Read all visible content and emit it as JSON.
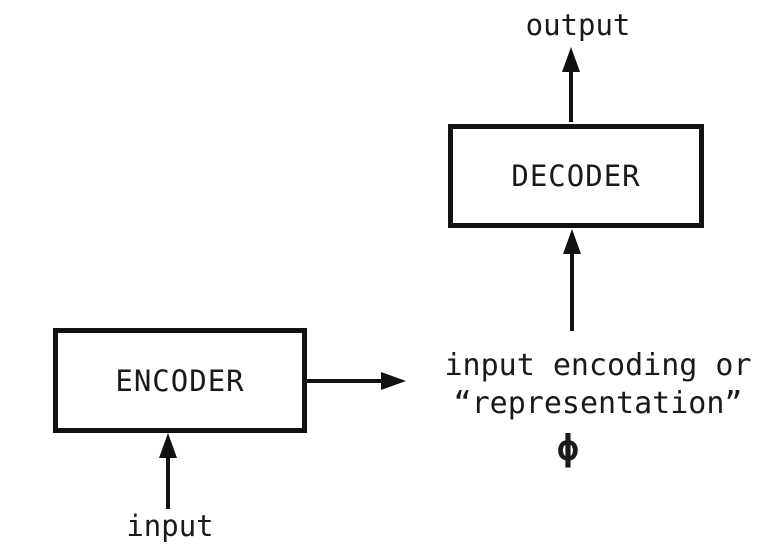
{
  "diagram": {
    "title_none": "",
    "output_label": "output",
    "input_label": "input",
    "decoder_label": "DECODER",
    "encoder_label": "ENCODER",
    "encoding_line1": "input encoding or",
    "encoding_line2": "“representation”",
    "phi_symbol": "ϕ",
    "colors": {
      "line": "#111111",
      "text": "#1a1a1a",
      "background": "#ffffff"
    }
  }
}
